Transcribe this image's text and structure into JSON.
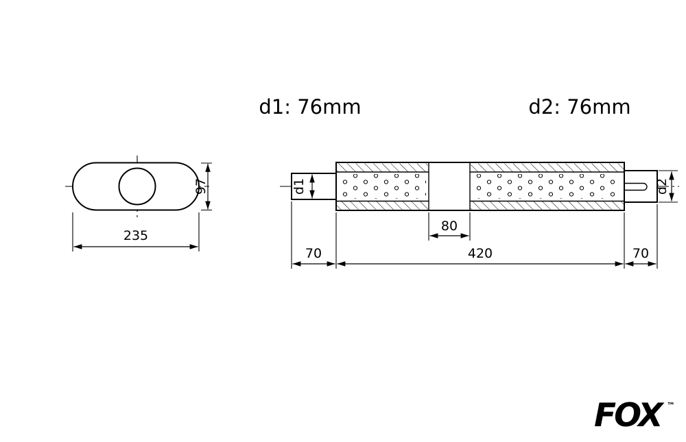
{
  "canvas": {
    "background": "#ffffff",
    "line_color": "#000000"
  },
  "annotations": {
    "d1_spec": "d1: 76mm",
    "d2_spec": "d2: 76mm"
  },
  "cross_section": {
    "width_mm": "235",
    "height_mm": "97"
  },
  "side_view": {
    "inlet_diameter_label": "d1",
    "outlet_diameter_label": "d2",
    "center_chamber_mm": "80",
    "body_length_mm": "420",
    "inlet_stub_mm": "70",
    "outlet_stub_mm": "70"
  },
  "brand": {
    "logo": "FOX",
    "trademark": "™"
  }
}
